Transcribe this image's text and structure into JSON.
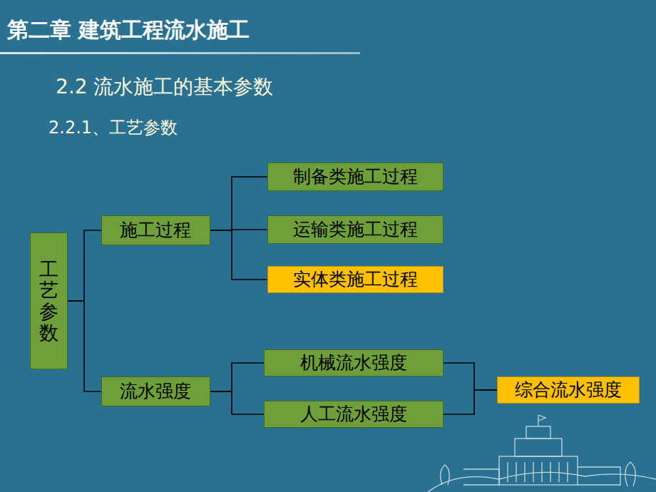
{
  "diagram": {
    "title": "第二章 建筑工程流水施工",
    "nodes": [
      {
        "text": [
          "工艺参数"
        ]
      },
      {
        "text": [
          "施工过程"
        ]
      },
      {
        "text": [
          "制备类施工过程"
        ]
      },
      {
        "text": [
          "运输类施工过程"
        ]
      },
      {
        "text": [
          "实体类施工过程"
        ]
      },
      {
        "text": [
          "流水强度"
        ]
      },
      {
        "text": [
          "机械流水强度"
        ]
      },
      {
        "text": [
          "人工流水强度"
        ]
      },
      {
        "text": [
          "综合流水强度"
        ]
      }
    ],
    "edges": [
      {
        "from": 0,
        "to": 1,
        "arrow": "none"
      },
      {
        "from": 0,
        "to": 5,
        "arrow": "none"
      },
      {
        "from": 1,
        "to": 2,
        "arrow": "none"
      },
      {
        "from": 1,
        "to": 3,
        "arrow": "none"
      },
      {
        "from": 1,
        "to": 4,
        "arrow": "none"
      },
      {
        "from": 5,
        "to": 6,
        "arrow": "none"
      },
      {
        "from": 5,
        "to": 7,
        "arrow": "none"
      },
      {
        "from": 6,
        "to": 8,
        "arrow": "none"
      },
      {
        "from": 7,
        "to": 8,
        "arrow": "none"
      }
    ],
    "labels": [
      "2.2 流水施工的基本参数",
      "2.2.1、工艺参数"
    ]
  }
}
